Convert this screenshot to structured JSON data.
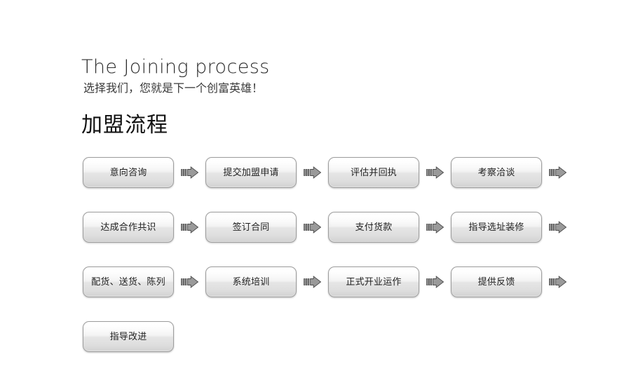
{
  "header": {
    "title_en": "The Joining process",
    "subtitle_cn": "选择我们，您就是下一个创富英雄！",
    "title_cn": "加盟流程"
  },
  "colors": {
    "background": "#ffffff",
    "title_en_color": "#2b2b2b",
    "subtitle_color": "#3a3a3a",
    "title_cn_color": "#111111",
    "button_border": "#9d9d9d",
    "button_top": "#ffffff",
    "button_bottom": "#d2d2d2",
    "button_text": "#1f1f1f",
    "arrow_fill": "#9a9a9a",
    "arrow_stroke": "#4a4a4a"
  },
  "icons": {
    "arrow": "arrow-right-icon"
  },
  "flow": {
    "rows": [
      {
        "steps": [
          {
            "label": "意向咨询"
          },
          {
            "label": "提交加盟申请"
          },
          {
            "label": "评估并回执"
          },
          {
            "label": "考察洽谈"
          }
        ],
        "trailing_arrow": true
      },
      {
        "steps": [
          {
            "label": "达成合作共识"
          },
          {
            "label": "签订合同"
          },
          {
            "label": "支付货款"
          },
          {
            "label": "指导选址装修"
          }
        ],
        "trailing_arrow": true
      },
      {
        "steps": [
          {
            "label": "配货、送货、陈列"
          },
          {
            "label": "系统培训"
          },
          {
            "label": "正式开业运作"
          },
          {
            "label": "提供反馈"
          }
        ],
        "trailing_arrow": true
      },
      {
        "steps": [
          {
            "label": "指导改进"
          }
        ],
        "trailing_arrow": false
      }
    ]
  }
}
